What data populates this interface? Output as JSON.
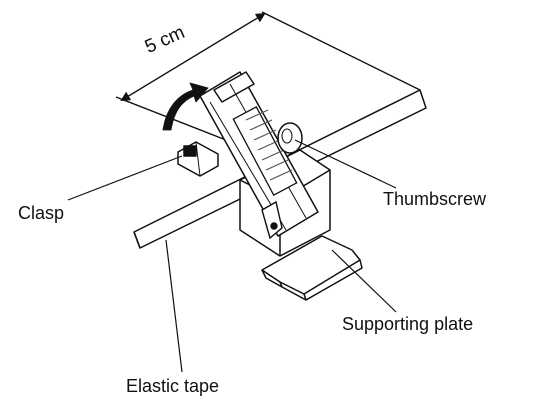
{
  "labels": {
    "dimension": "5 cm",
    "clasp": "Clasp",
    "thumbscrew": "Thumbscrew",
    "supporting_plate": "Supporting plate",
    "elastic_tape": "Elastic tape"
  },
  "colors": {
    "ink": "#111111",
    "background": "#ffffff",
    "hatch": "#555555"
  }
}
